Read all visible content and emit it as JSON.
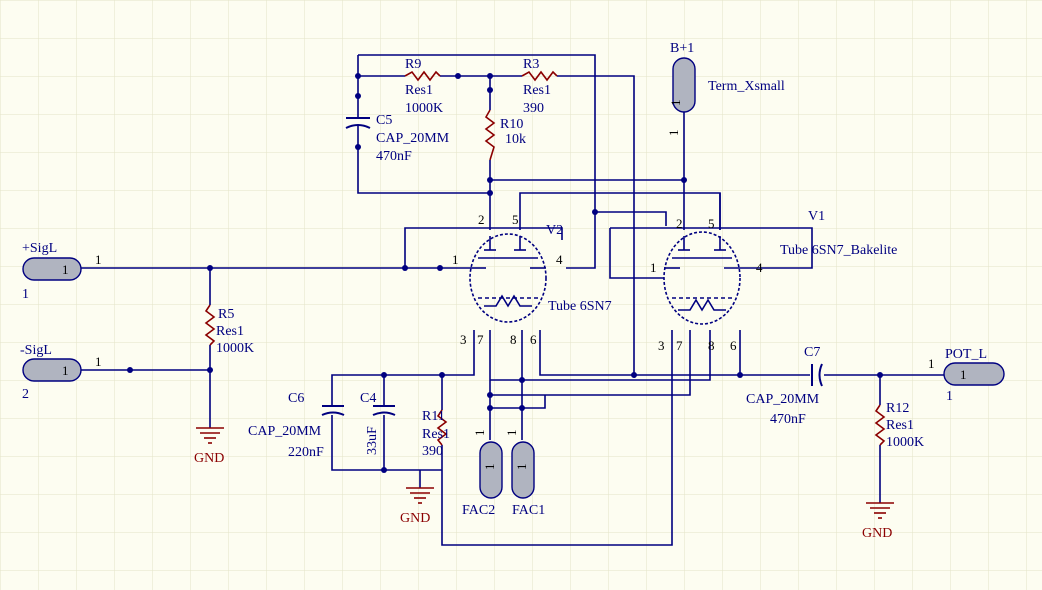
{
  "components": {
    "r9": {
      "ref": "R9",
      "type": "Res1",
      "value": "1000K"
    },
    "r3": {
      "ref": "R3",
      "type": "Res1",
      "value": "390"
    },
    "r10": {
      "ref": "R10",
      "value": "10k"
    },
    "c5": {
      "ref": "C5",
      "type": "CAP_20MM",
      "value": "470nF"
    },
    "r5": {
      "ref": "R5",
      "type": "Res1",
      "value": "1000K"
    },
    "c6": {
      "ref": "C6",
      "type": "CAP_20MM",
      "value": "220nF"
    },
    "c4": {
      "ref": "C4",
      "value": "33uF"
    },
    "r11": {
      "ref": "R11",
      "type": "Res1",
      "value": "390"
    },
    "c7": {
      "ref": "C7",
      "type": "CAP_20MM",
      "value": "470nF"
    },
    "r12": {
      "ref": "R12",
      "type": "Res1",
      "value": "1000K"
    },
    "v2": {
      "ref": "V2",
      "type": "Tube 6SN7"
    },
    "v1": {
      "ref": "V1",
      "type": "Tube 6SN7_Bakelite"
    }
  },
  "ports": {
    "sig_pos": {
      "name": "+SigL",
      "pin": "1",
      "number": "1"
    },
    "sig_neg": {
      "name": "-SigL",
      "pin": "1",
      "number": "2"
    },
    "b_plus": {
      "name": "B+1",
      "pin": "1",
      "type": "Term_Xsmall"
    },
    "pot": {
      "name": "POT_L",
      "pin": "1",
      "number": "1"
    },
    "fac2": {
      "name": "FAC2",
      "pin": "1"
    },
    "fac1": {
      "name": "FAC1",
      "pin": "1"
    }
  },
  "ground_label": "GND",
  "wire_pin_labels": {
    "one": "1"
  },
  "tube_pins": {
    "p1": "1",
    "p2": "2",
    "p3": "3",
    "p4": "4",
    "p5": "5",
    "p6": "6",
    "p7": "7",
    "p8": "8"
  },
  "colors": {
    "wire": "#000080",
    "ground": "#8b0000",
    "background": "#fdfdf1",
    "port_fill": "#b0b4c0"
  }
}
